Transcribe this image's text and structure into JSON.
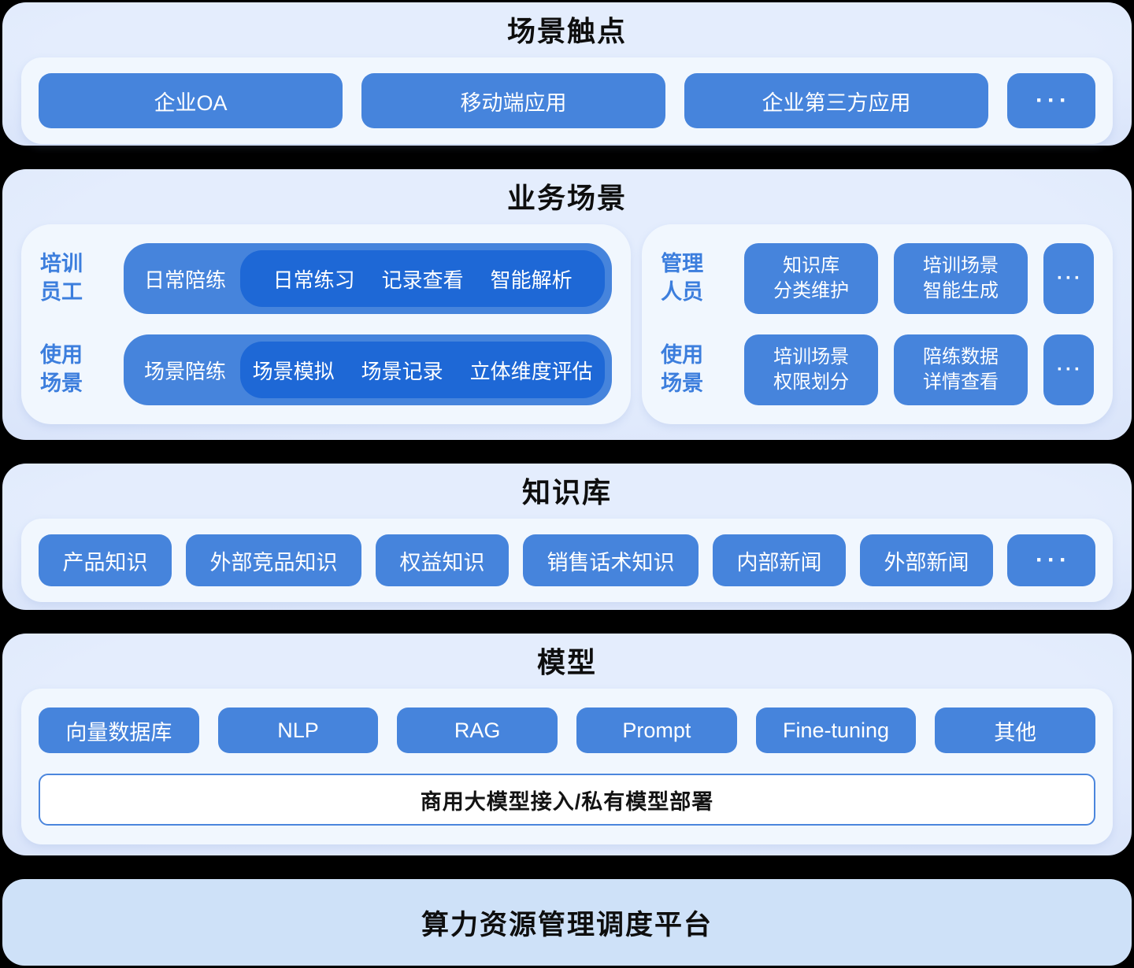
{
  "labels": {
    "more": "···"
  },
  "touchpoints": {
    "title": "场景触点",
    "items": [
      "企业OA",
      "移动端应用",
      "企业第三方应用"
    ]
  },
  "business": {
    "title": "业务场景",
    "trainee": {
      "rows": [
        {
          "label": [
            "培训",
            "员工"
          ],
          "pill": "日常陪练",
          "items": [
            "日常练习",
            "记录查看",
            "智能解析"
          ]
        },
        {
          "label": [
            "使用",
            "场景"
          ],
          "pill": "场景陪练",
          "items": [
            "场景模拟",
            "场景记录",
            "立体维度评估"
          ]
        }
      ]
    },
    "manager": {
      "rows": [
        {
          "label": [
            "管理",
            "人员"
          ],
          "buttons": [
            {
              "lines": [
                "知识库",
                "分类维护"
              ]
            },
            {
              "lines": [
                "培训场景",
                "智能生成"
              ]
            }
          ]
        },
        {
          "label": [
            "使用",
            "场景"
          ],
          "buttons": [
            {
              "lines": [
                "培训场景",
                "权限划分"
              ]
            },
            {
              "lines": [
                "陪练数据",
                "详情查看"
              ]
            }
          ]
        }
      ]
    }
  },
  "knowledge": {
    "title": "知识库",
    "items": [
      "产品知识",
      "外部竞品知识",
      "权益知识",
      "销售话术知识",
      "内部新闻",
      "外部新闻"
    ]
  },
  "model": {
    "title": "模型",
    "items": [
      "向量数据库",
      "NLP",
      "RAG",
      "Prompt",
      "Fine-tuning",
      "其他"
    ],
    "banner": "商用大模型接入/私有模型部署"
  },
  "platform": {
    "title": "算力资源管理调度平台"
  },
  "colors": {
    "block_blue": "#4684dc",
    "inner_pill_blue": "#1e68d6",
    "label_blue": "#3c7edd",
    "layer_shadow": "#8196e2",
    "layer_bg": "#d9e3f9",
    "panel_bg": "#f1f7fe",
    "bottom_bar_bg": "#cee1f8",
    "banner_border": "#4b86dd",
    "title_text": "#0e0e0e"
  }
}
